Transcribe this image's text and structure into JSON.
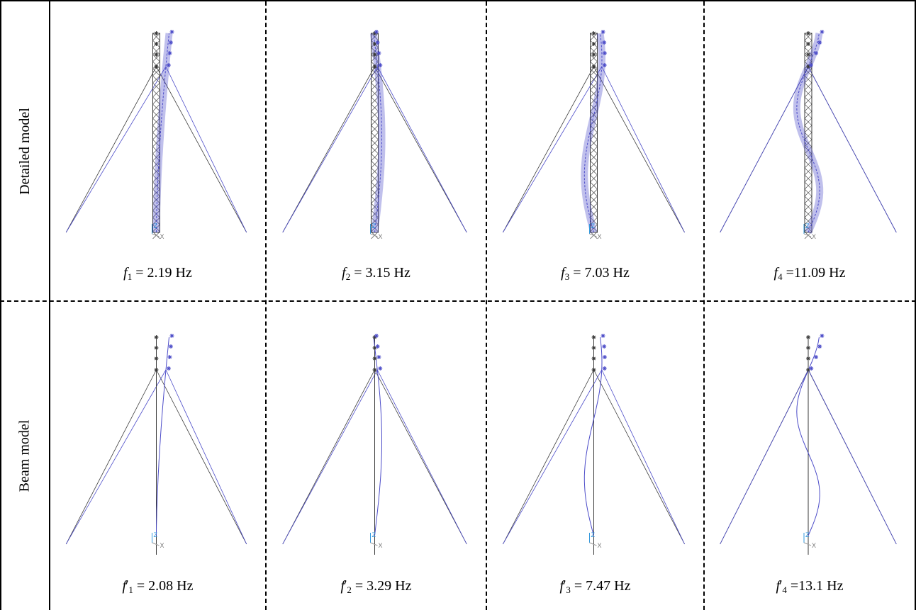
{
  "row_labels": [
    "Detailed model",
    "Beam model"
  ],
  "detailed_freqs": [
    {
      "symbol": "f",
      "sub": "1",
      "prime": "",
      "eq": "= 2.19 Hz"
    },
    {
      "symbol": "f",
      "sub": "2",
      "prime": "",
      "eq": "= 3.15 Hz"
    },
    {
      "symbol": "f",
      "sub": "3",
      "prime": "",
      "eq": "= 7.03 Hz"
    },
    {
      "symbol": "f",
      "sub": "4",
      "prime": "",
      "eq": "=11.09 Hz"
    }
  ],
  "beam_freqs": [
    {
      "symbol": "f",
      "sub": "1",
      "prime": "′",
      "eq": "= 2.08 Hz"
    },
    {
      "symbol": "f",
      "sub": "2",
      "prime": "′",
      "eq": "= 3.29 Hz"
    },
    {
      "symbol": "f",
      "sub": "3",
      "prime": "′",
      "eq": "= 7.47 Hz"
    },
    {
      "symbol": "f",
      "sub": "4",
      "prime": "′",
      "eq": "=13.1 Hz"
    }
  ],
  "axis_labels": {
    "x": "X",
    "z": "Z"
  },
  "colors": {
    "structure": "#3a3a3a",
    "mode": "#4b4bc8",
    "axis_z": "#3399dd"
  }
}
